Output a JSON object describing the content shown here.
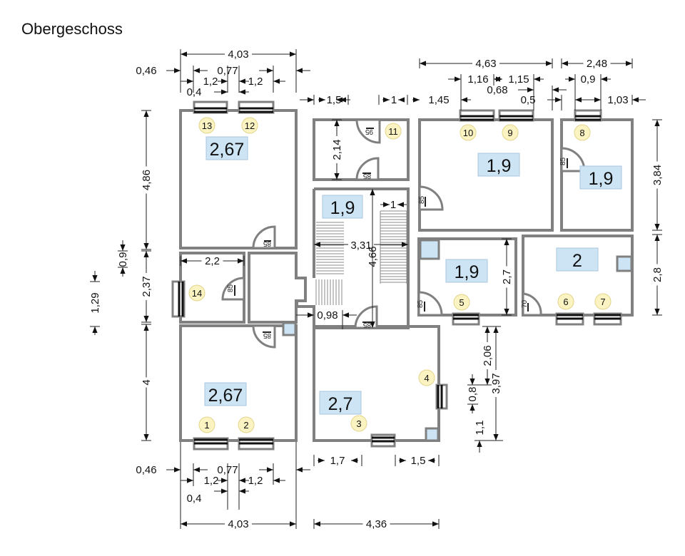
{
  "title": "Obergeschoss",
  "colors": {
    "wall": "#808080",
    "area_fill": "#cde4f5",
    "badge_fill": "#fbf3c2"
  },
  "rooms": [
    {
      "id": "room-top-left",
      "height_label": "2,67"
    },
    {
      "id": "room-wc",
      "height_label": ""
    },
    {
      "id": "room-staircase",
      "height_label": "1,9"
    },
    {
      "id": "room-top-mid",
      "height_label": "1,9"
    },
    {
      "id": "room-top-right",
      "height_label": "1,9"
    },
    {
      "id": "room-mid-right-a",
      "height_label": "1,9"
    },
    {
      "id": "room-mid-right-b",
      "height_label": "2"
    },
    {
      "id": "room-bottom-left",
      "height_label": "2,67"
    },
    {
      "id": "room-bottom-mid",
      "height_label": "2,7"
    }
  ],
  "windows": [
    "1",
    "2",
    "3",
    "4",
    "5",
    "6",
    "7",
    "8",
    "9",
    "10",
    "11",
    "12",
    "13",
    "14"
  ],
  "doors": [
    "85",
    "95",
    "85",
    "85",
    "85",
    "85",
    "85",
    "85",
    "85",
    "70"
  ],
  "dimensions": {
    "top": [
      "4,03",
      "0,46",
      "1,2",
      "0,77",
      "1,2",
      "0,4",
      "1,5",
      "1",
      "1,45",
      "4,63",
      "1,16",
      "1,15",
      "0,68",
      "0,5",
      "2,48",
      "0,9",
      "1,03"
    ],
    "left": [
      "4,86",
      "0,9",
      "2,37",
      "1,29",
      "4"
    ],
    "right": [
      "3,84",
      "2,8"
    ],
    "inner": [
      "2,14",
      "1",
      "3,31",
      "4,66",
      "0,98",
      "2,2",
      "2,7",
      "2,06",
      "0,8",
      "3,97",
      "1,1"
    ],
    "bottom": [
      "0,46",
      "1,2",
      "0,77",
      "1,2",
      "0,4",
      "4,03",
      "1,7",
      "1,5",
      "4,36"
    ]
  }
}
